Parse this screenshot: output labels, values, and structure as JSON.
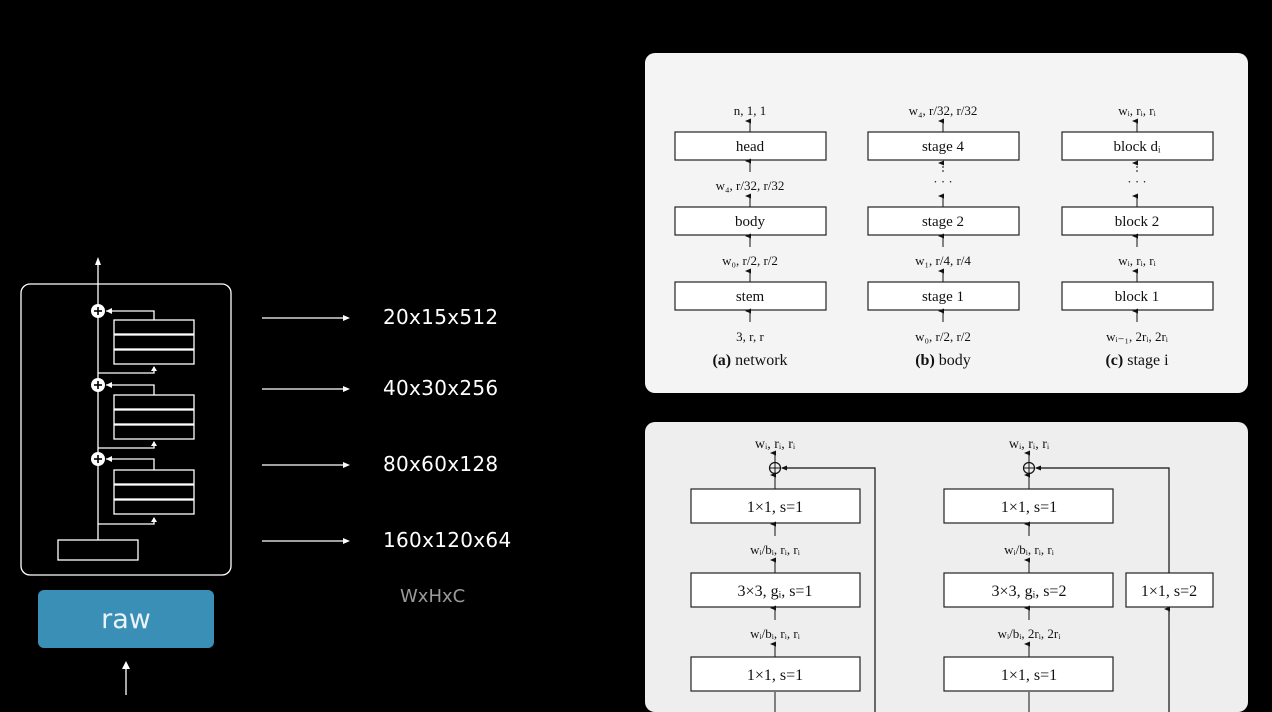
{
  "left_diagram": {
    "dimensions": [
      "20x15x512",
      "40x30x256",
      "80x60x128",
      "160x120x64"
    ],
    "caption": "WxHxC",
    "raw_label": "raw"
  },
  "network_panel": {
    "columns": [
      {
        "caption_bold": "(a)",
        "caption_rest": " network",
        "boxes": [
          "head",
          "body",
          "stem"
        ],
        "labels": [
          "n, 1, 1",
          "w₄, r/32, r/32",
          "w₀, r/2, r/2",
          "3, r, r"
        ]
      },
      {
        "caption_bold": "(b)",
        "caption_rest": " body",
        "boxes": [
          "stage 4",
          "stage 2",
          "stage 1"
        ],
        "labels": [
          "w₄, r/32, r/32",
          "· · ·",
          "w₁, r/4, r/4",
          "w₀, r/2, r/2"
        ]
      },
      {
        "caption_bold": "(c)",
        "caption_rest": " stage i",
        "boxes": [
          "block dᵢ",
          "block 2",
          "block 1"
        ],
        "labels": [
          "wᵢ, rᵢ, rᵢ",
          "· · ·",
          "wᵢ, rᵢ, rᵢ",
          "wᵢ₋₁, 2rᵢ, 2rᵢ"
        ]
      }
    ]
  },
  "block_panel": {
    "left_block": {
      "output": "wᵢ, rᵢ, rᵢ",
      "boxes": [
        "1×1, s=1",
        "3×3, gᵢ, s=1",
        "1×1, s=1"
      ],
      "labels": [
        "wᵢ/bᵢ, rᵢ, rᵢ",
        "wᵢ/bᵢ, rᵢ, rᵢ"
      ]
    },
    "right_block": {
      "output": "wᵢ, rᵢ, rᵢ",
      "boxes": [
        "1×1, s=1",
        "3×3, gᵢ, s=2",
        "1×1, s=1"
      ],
      "labels": [
        "wᵢ/bᵢ, rᵢ, rᵢ",
        "wᵢ/bᵢ, 2rᵢ, 2rᵢ"
      ],
      "shortcut": "1×1, s=2"
    }
  }
}
